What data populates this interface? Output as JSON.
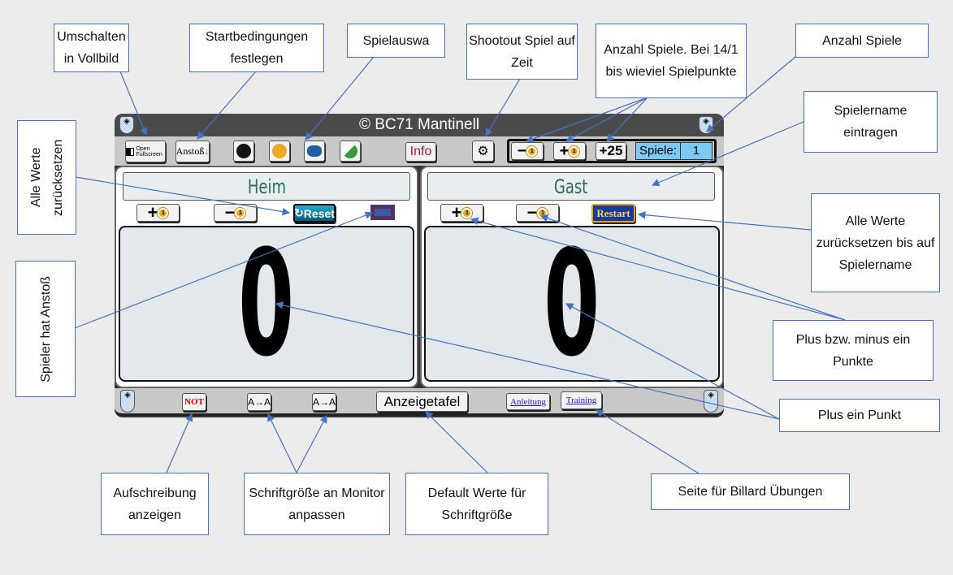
{
  "app": {
    "title": "© BC71 Mantinell"
  },
  "toolbar": {
    "fullscreen_label": "Open Fullscreen",
    "anstoss_label": "Anstoß",
    "info_label": "Info",
    "minus_one": "−",
    "plus_one": "+",
    "plus25": "+25",
    "spiele_label": "Spiele:",
    "spiele_value": "1",
    "ball_number": "1",
    "game_icons": [
      "8-ball-icon",
      "9-ball-icon",
      "10-ball-icon",
      "14-1-ball-icon"
    ]
  },
  "home": {
    "name": "Heim",
    "score": "0",
    "reset_label": "Reset"
  },
  "guest": {
    "name": "Gast",
    "score": "0",
    "restart_label": "Restart"
  },
  "bottom": {
    "not_label": "NOT",
    "font_up_label": "A→A",
    "font_down_label": "A→A",
    "anzeigetafel_label": "Anzeigetafel",
    "anleitung_label": "Anleitung",
    "training_label": "Training"
  },
  "callouts": {
    "vollbild": "Umschalten in Vollbild",
    "start": "Startbedingungen festlegen",
    "spielauswahl": "Spielauswa",
    "shootout": "Shootout Spiel auf Zeit",
    "anzahl_punkte": "Anzahl Spiele. Bei 14/1 bis wieviel Spielpunkte",
    "anzahl_spiele": "Anzahl Spiele",
    "spielername": "Spielername eintragen",
    "reset_all": "Alle Werte zurücksetzen",
    "restart": "Alle Werte zurücksetzen bis auf Spielername",
    "anstoss": "Spieler hat Anstoß",
    "plusminus": "Plus bzw. minus ein Punkte",
    "plus_one": "Plus ein Punkt",
    "aufschreibung": "Aufschreibung anzeigen",
    "schriftgroesse": "Schriftgröße an Monitor anpassen",
    "default_font": "Default Werte für Schriftgröße",
    "uebungen": "Seite für Billard Übungen"
  },
  "colors": {
    "callout_border": "#4472c4",
    "arrow": "#4472c4",
    "name_text": "#2b6b62",
    "spiele_bg": "#7ec8f5",
    "info_text": "#b0182c"
  }
}
